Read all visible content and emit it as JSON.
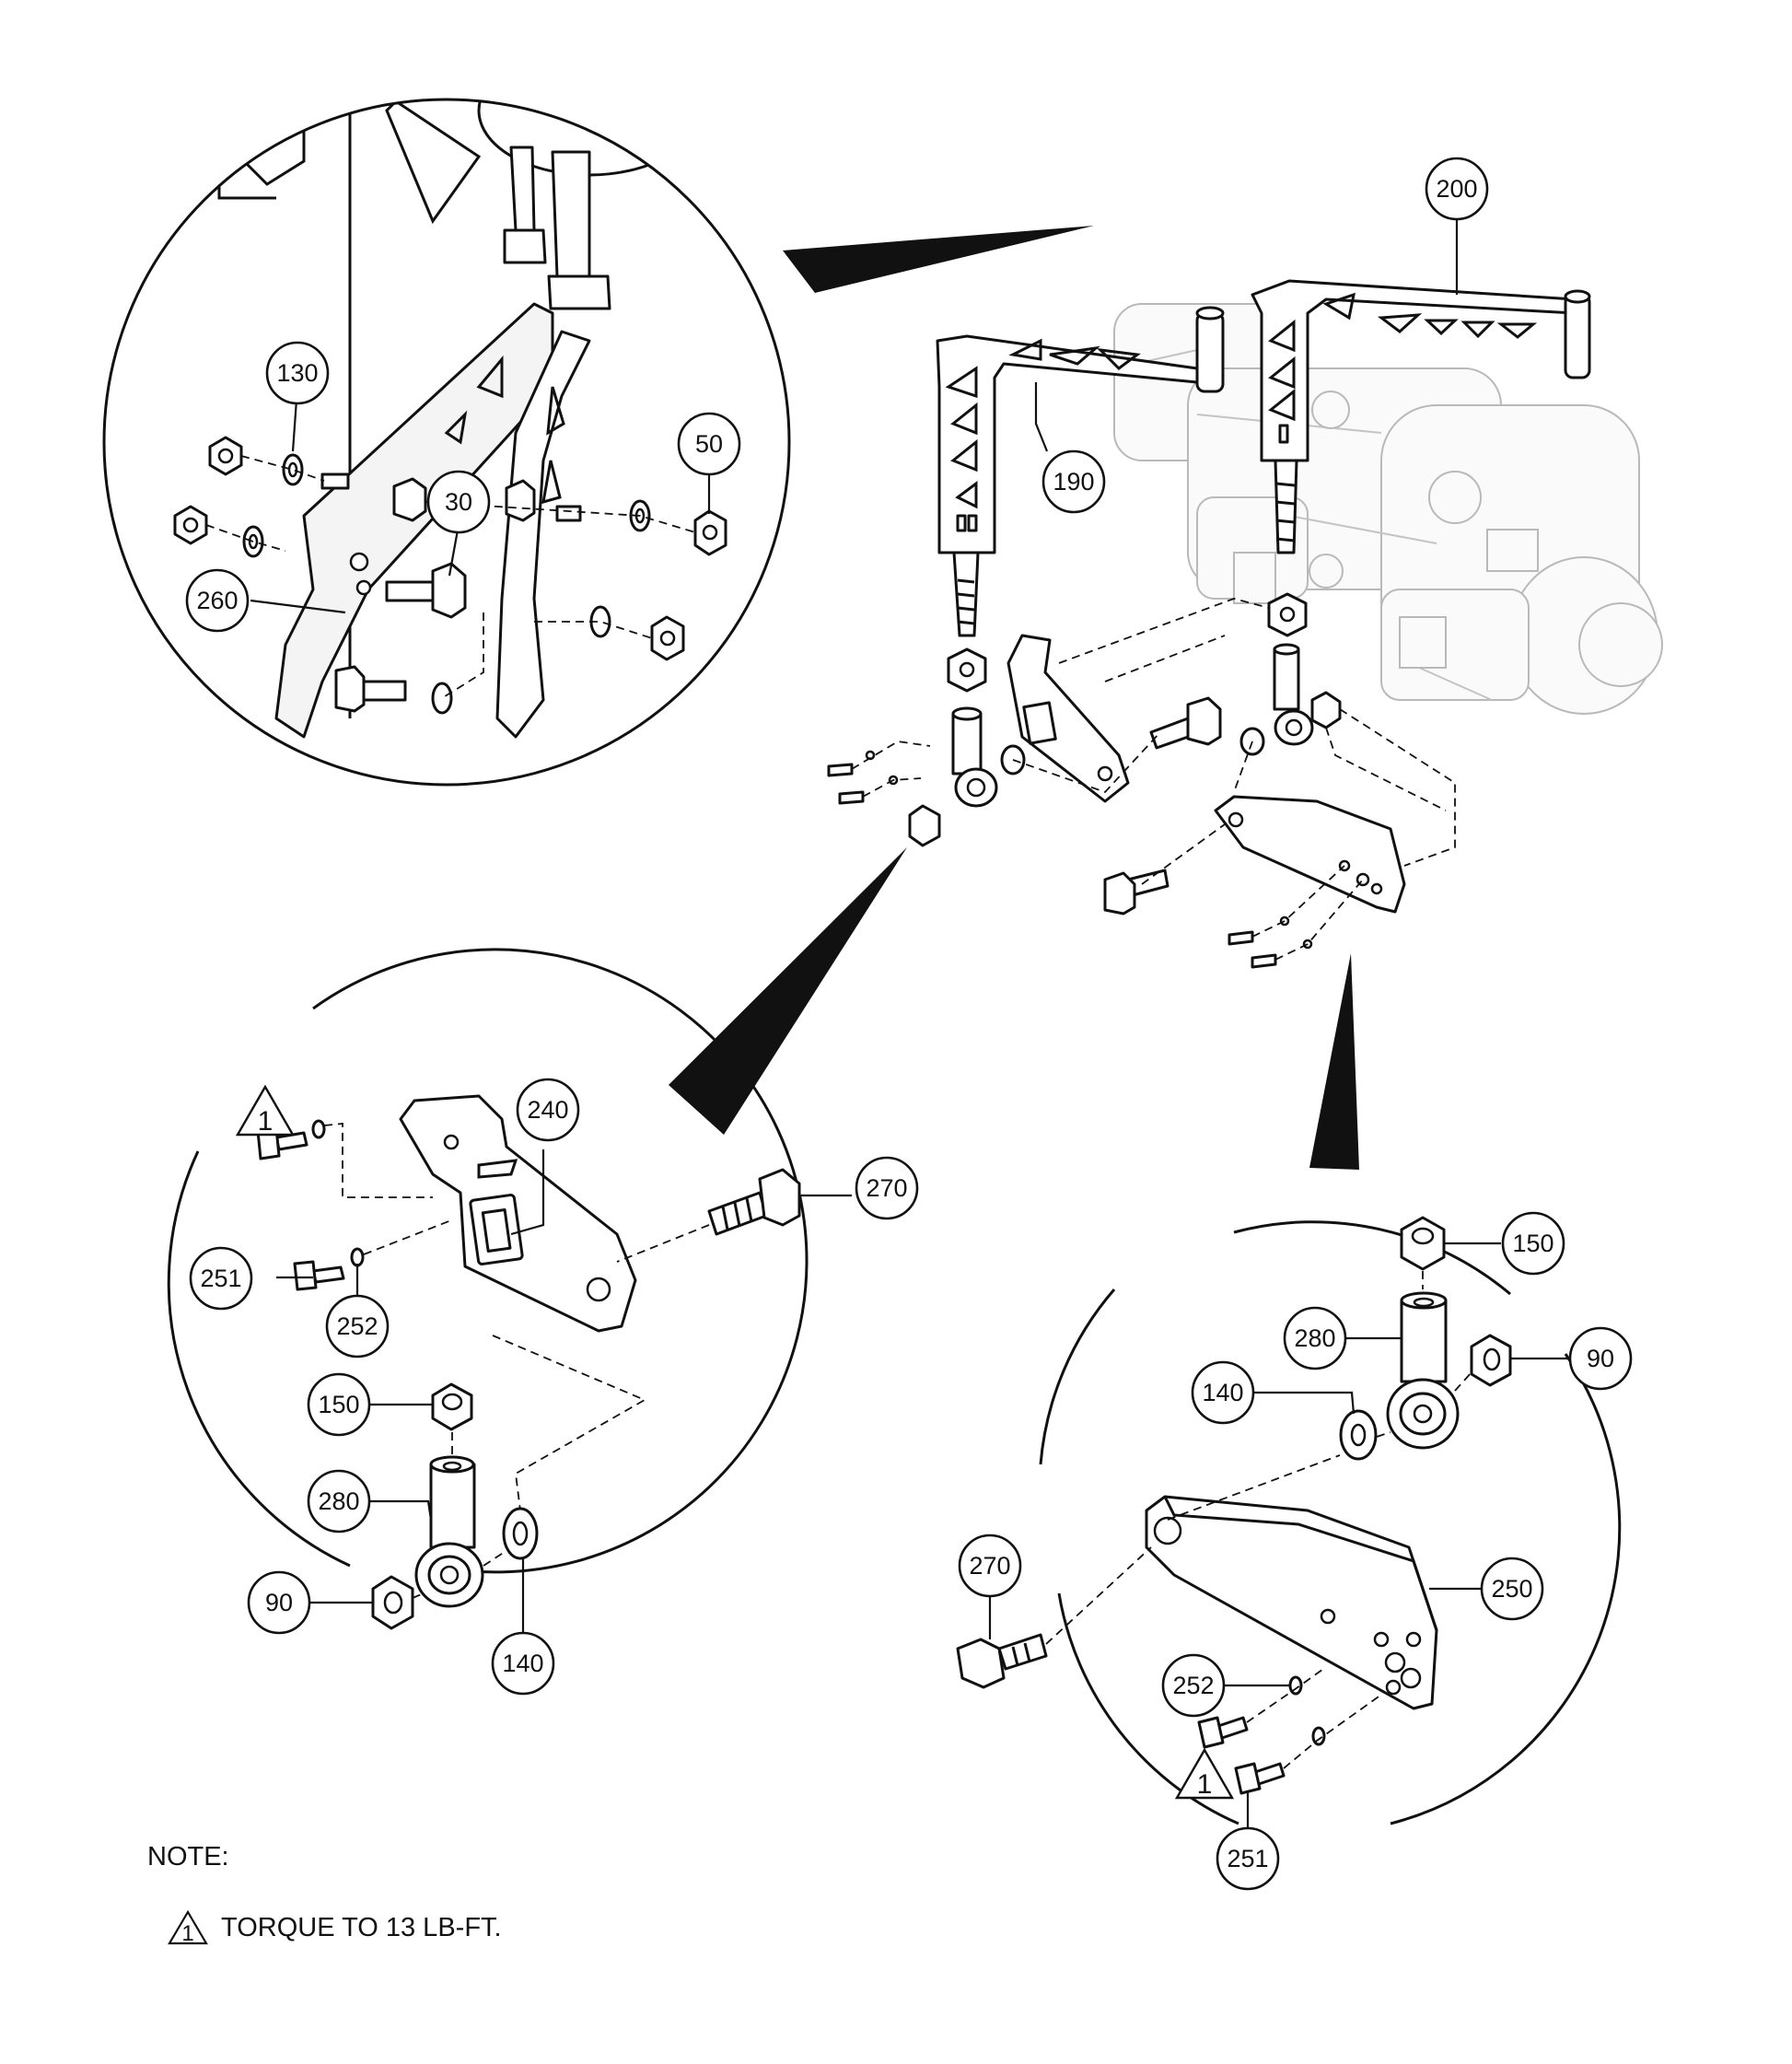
{
  "callouts": {
    "c130": "130",
    "c50": "50",
    "c30": "30",
    "c260": "260",
    "c200": "200",
    "c190": "190",
    "c240": "240",
    "c270_left": "270",
    "c251_left": "251",
    "c252_left": "252",
    "c150_left": "150",
    "c280_left": "280",
    "c90_left": "90",
    "c140_left": "140",
    "c150_right": "150",
    "c280_right": "280",
    "c90_right": "90",
    "c140_right": "140",
    "c270_right": "270",
    "c250": "250",
    "c252_right": "252",
    "c251_right": "251"
  },
  "torque_marker": "1",
  "note": {
    "heading": "NOTE:",
    "marker": "1",
    "text": "TORQUE TO 13 LB-FT."
  }
}
